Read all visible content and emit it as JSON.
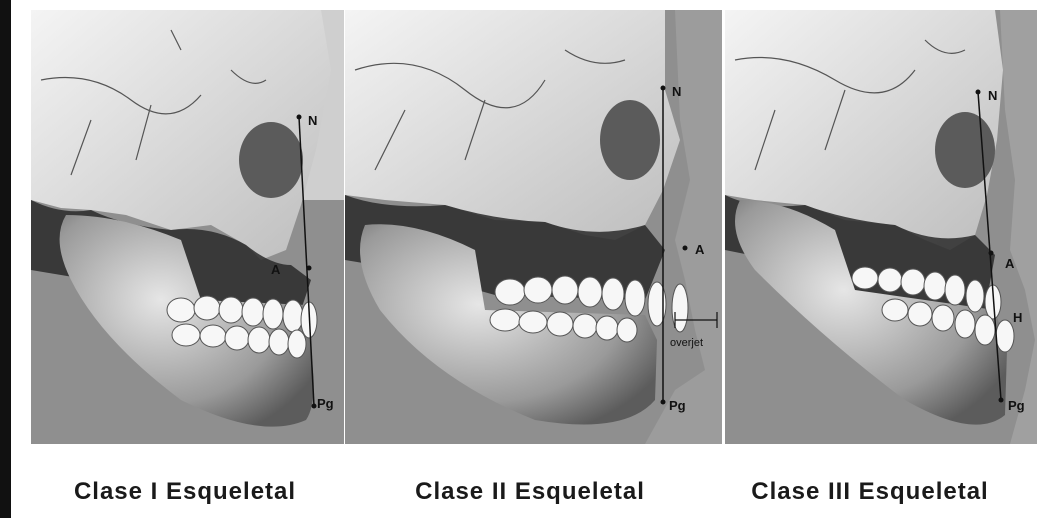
{
  "panels": [
    {
      "caption": "Clase I Esqueletal",
      "landmarks": {
        "n": "N",
        "a": "A",
        "pg": "Pg"
      }
    },
    {
      "caption": "Clase II Esqueletal",
      "landmarks": {
        "n": "N",
        "a": "A",
        "pg": "Pg"
      },
      "annotation": "overjet"
    },
    {
      "caption": "Clase III Esqueletal",
      "landmarks": {
        "n": "N",
        "a": "A",
        "pg": "Pg"
      },
      "annotation": "H"
    }
  ]
}
